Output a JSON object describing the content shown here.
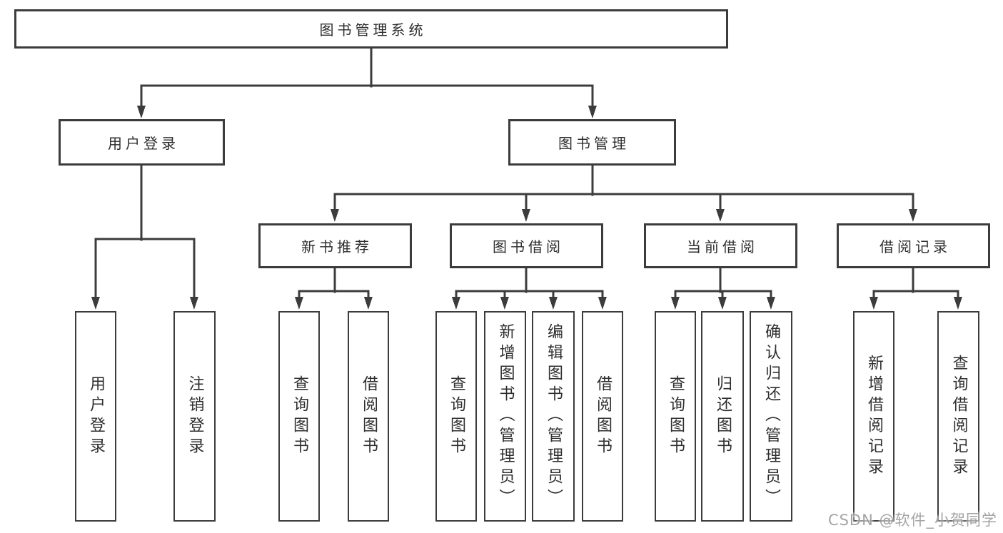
{
  "tree": {
    "root": "图书管理系统",
    "children": [
      {
        "label": "用户登录",
        "children": [
          "用户登录",
          "注销登录"
        ]
      },
      {
        "label": "图书管理",
        "children": [
          {
            "label": "新书推荐",
            "children": [
              "查询图书",
              "借阅图书"
            ]
          },
          {
            "label": "图书借阅",
            "children": [
              "查询图书",
              "新增图书（管理员）",
              "编辑图书（管理员）",
              "借阅图书"
            ]
          },
          {
            "label": "当前借阅",
            "children": [
              "查询图书",
              "归还图书",
              "确认归还（管理员）"
            ]
          },
          {
            "label": "借阅记录",
            "children": [
              "新增借阅记录",
              "查询借阅记录"
            ]
          }
        ]
      }
    ]
  },
  "colors": {
    "line": "#3c3c3c",
    "text": "#2e2e2e",
    "watermark": "#949494"
  },
  "watermark": {
    "text": "CSDN @软件_小贺同学"
  }
}
